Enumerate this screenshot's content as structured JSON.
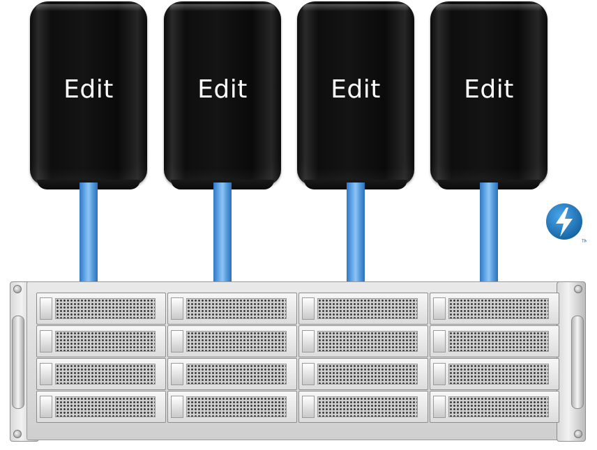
{
  "workstations": [
    {
      "label": "Edit"
    },
    {
      "label": "Edit"
    },
    {
      "label": "Edit"
    },
    {
      "label": "Edit"
    }
  ],
  "storage": {
    "rows": 4,
    "columns": 4
  },
  "colors": {
    "cable": "#4f95da",
    "workstation": "#111111",
    "chassis": "#d8d8d8",
    "logo": "#1b7cc9"
  },
  "icons": {
    "connection_logo": "lightning-bolt-icon",
    "trademark_mark": "TM"
  }
}
